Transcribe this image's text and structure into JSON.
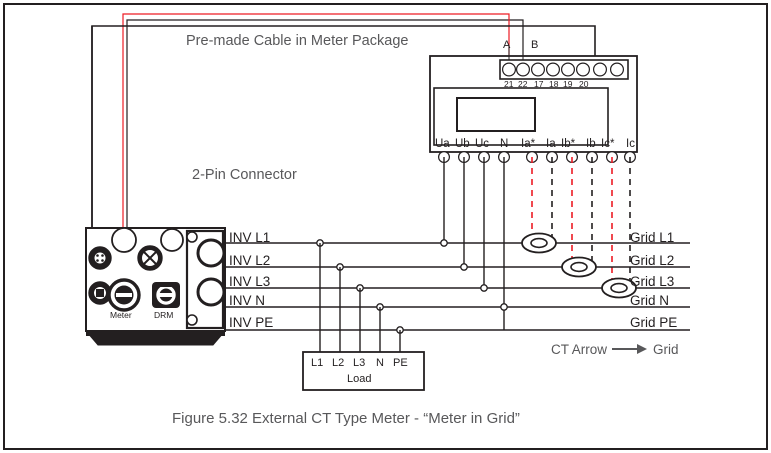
{
  "figure": {
    "caption": "Figure 5.32 External CT Type Meter - “Meter in Grid”",
    "border_color": "#231f20",
    "background": "#ffffff"
  },
  "annotations": {
    "premade_cable": "Pre-made Cable in Meter Package",
    "two_pin_connector": "2-Pin Connector",
    "ct_arrow_note_left": "CT Arrow",
    "ct_arrow_note_right": "Grid"
  },
  "meter": {
    "rs485_labels": [
      "A",
      "B"
    ],
    "top_terminal_numbers": [
      "21",
      "22",
      "17",
      "18",
      "19",
      "20"
    ],
    "top_terminal_count": 8,
    "bottom_terminals": [
      "Ua",
      "Ub",
      "Uc",
      "N",
      "Ia*",
      "Ia",
      "Ib*",
      "Ib",
      "Ic*",
      "Ic"
    ],
    "display_value": ""
  },
  "inverter": {
    "port_labels": [
      "Meter",
      "DRM"
    ]
  },
  "inv_side": {
    "lines": [
      "INV L1",
      "INV L2",
      "INV L3",
      "INV N",
      "INV PE"
    ]
  },
  "grid_side": {
    "lines": [
      "Grid L1",
      "Grid L2",
      "Grid L3",
      "Grid N",
      "Grid PE"
    ]
  },
  "load": {
    "title": "Load",
    "terminals": [
      "L1",
      "L2",
      "L3",
      "N",
      "PE"
    ]
  },
  "colors": {
    "wire_red": "#ed1c24",
    "wire_black": "#231f20",
    "text_gray": "#58585a",
    "outline": "#000000"
  }
}
